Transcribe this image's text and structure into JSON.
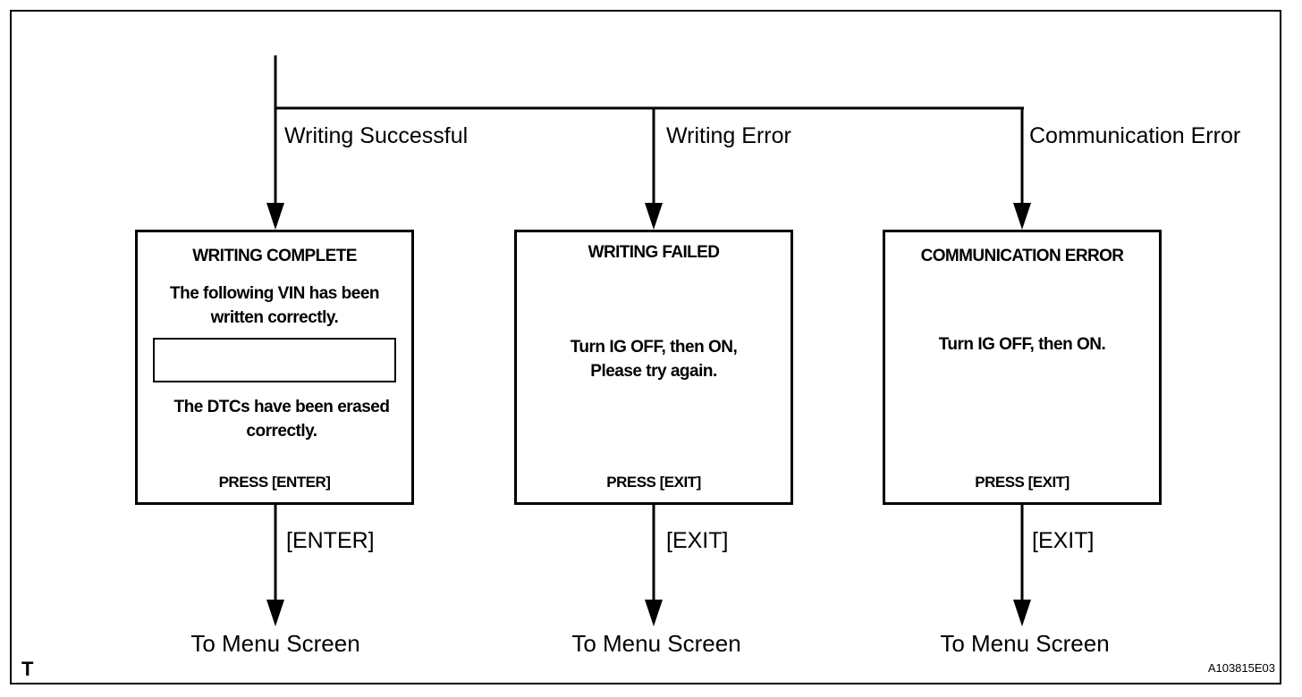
{
  "branches": [
    {
      "condition": "Writing Successful",
      "screen": {
        "title": "WRITING COMPLETE",
        "message_lines": [
          "The following VIN has been",
          "written correctly."
        ],
        "message2_lines": [
          "The DTCs have been erased",
          "correctly."
        ],
        "footer": "PRESS [ENTER]"
      },
      "key": "[ENTER]",
      "destination": "To Menu Screen"
    },
    {
      "condition": "Writing Error",
      "screen": {
        "title": "WRITING  FAILED",
        "message_lines": [
          "Turn IG OFF, then ON,",
          "Please try again."
        ],
        "footer": "PRESS [EXIT]"
      },
      "key": "[EXIT]",
      "destination": "To Menu Screen"
    },
    {
      "condition": "Communication Error",
      "screen": {
        "title": "COMMUNICATION ERROR",
        "message_lines": [
          "Turn IG OFF, then ON."
        ],
        "footer": "PRESS [EXIT]"
      },
      "key": "[EXIT]",
      "destination": "To Menu Screen"
    }
  ],
  "corner_mark": "T",
  "figure_id": "A103815E03"
}
